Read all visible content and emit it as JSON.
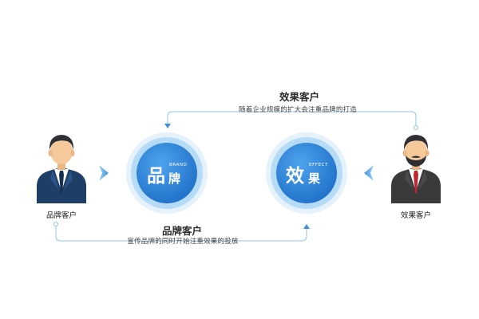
{
  "top": {
    "title": "效果客户",
    "description": "随着企业规模的扩大会注重品牌的打造"
  },
  "bottom": {
    "title": "品牌客户",
    "description": "宣传品牌的同时开始注重效果的投放"
  },
  "left_person": {
    "label": "品牌客户"
  },
  "right_person": {
    "label": "效果客户"
  },
  "brand_circle": {
    "char_big": "品",
    "char_small": "牌",
    "english": "BRAND"
  },
  "effect_circle": {
    "char_big": "效",
    "char_small": "果",
    "english": "EFFECT"
  },
  "colors": {
    "primary_blue": "#2f86dc",
    "ring_blue": "#a9d3f5",
    "connector": "#8ec4ee",
    "suit_navy": "#1f3e66",
    "suit_dark": "#3a3a3a",
    "tie_red": "#c0262e",
    "skin": "#f6c99b"
  }
}
